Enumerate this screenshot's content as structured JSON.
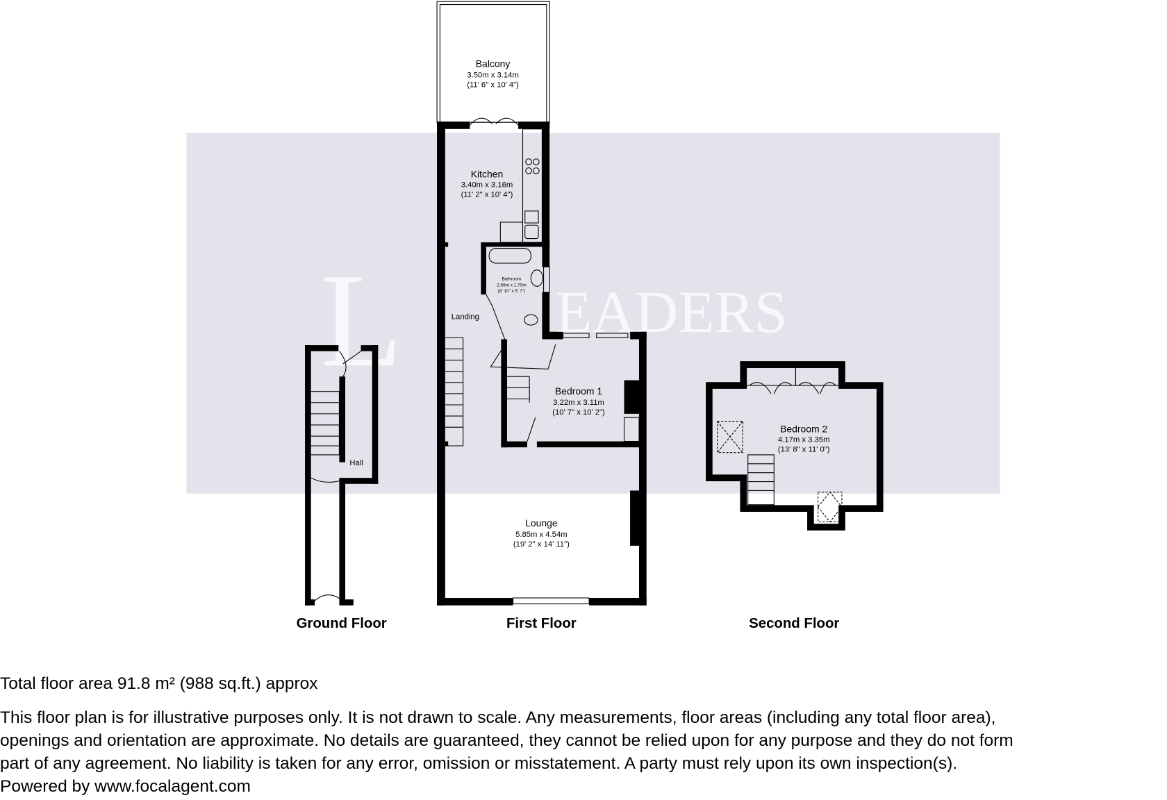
{
  "watermark": "LEADERS",
  "rooms": {
    "balcony": {
      "name": "Balcony",
      "metric": "3.50m x 3.14m",
      "imperial": "(11' 6\" x 10' 4\")"
    },
    "kitchen": {
      "name": "Kitchen",
      "metric": "3.40m x 3.16m",
      "imperial": "(11' 2\" x 10' 4\")"
    },
    "bathroom": {
      "name": "Bathroom",
      "metric": "2.69m x 1.70m",
      "imperial": "(8' 10\" x 5' 7\")"
    },
    "landing": {
      "name": "Landing"
    },
    "bedroom1": {
      "name": "Bedroom 1",
      "metric": "3.22m x 3.11m",
      "imperial": "(10' 7\" x 10' 2\")"
    },
    "lounge": {
      "name": "Lounge",
      "metric": "5.85m x 4.54m",
      "imperial": "(19' 2\" x 14' 11\")"
    },
    "hall": {
      "name": "Hall"
    },
    "bedroom2": {
      "name": "Bedroom 2",
      "metric": "4.17m x 3.35m",
      "imperial": "(13' 8\" x 11' 0\")"
    }
  },
  "floors": [
    "Ground Floor",
    "First Floor",
    "Second Floor"
  ],
  "footer": {
    "total": "Total floor area 91.8 m² (988 sq.ft.) approx",
    "disclaimer": [
      "This floor plan is for illustrative purposes only. It is not drawn to scale. Any measurements, floor areas (including any total floor area),",
      "openings and orientation are approximate. No details are guaranteed, they cannot be relied upon for any purpose and they do not form",
      "part of any agreement. No liability is taken for any error, omission or misstatement. A party must rely upon its own inspection(s)."
    ],
    "powered": "Powered by www.focalagent.com"
  },
  "colors": {
    "band": "#e3e3ec",
    "wall": "#000000"
  }
}
